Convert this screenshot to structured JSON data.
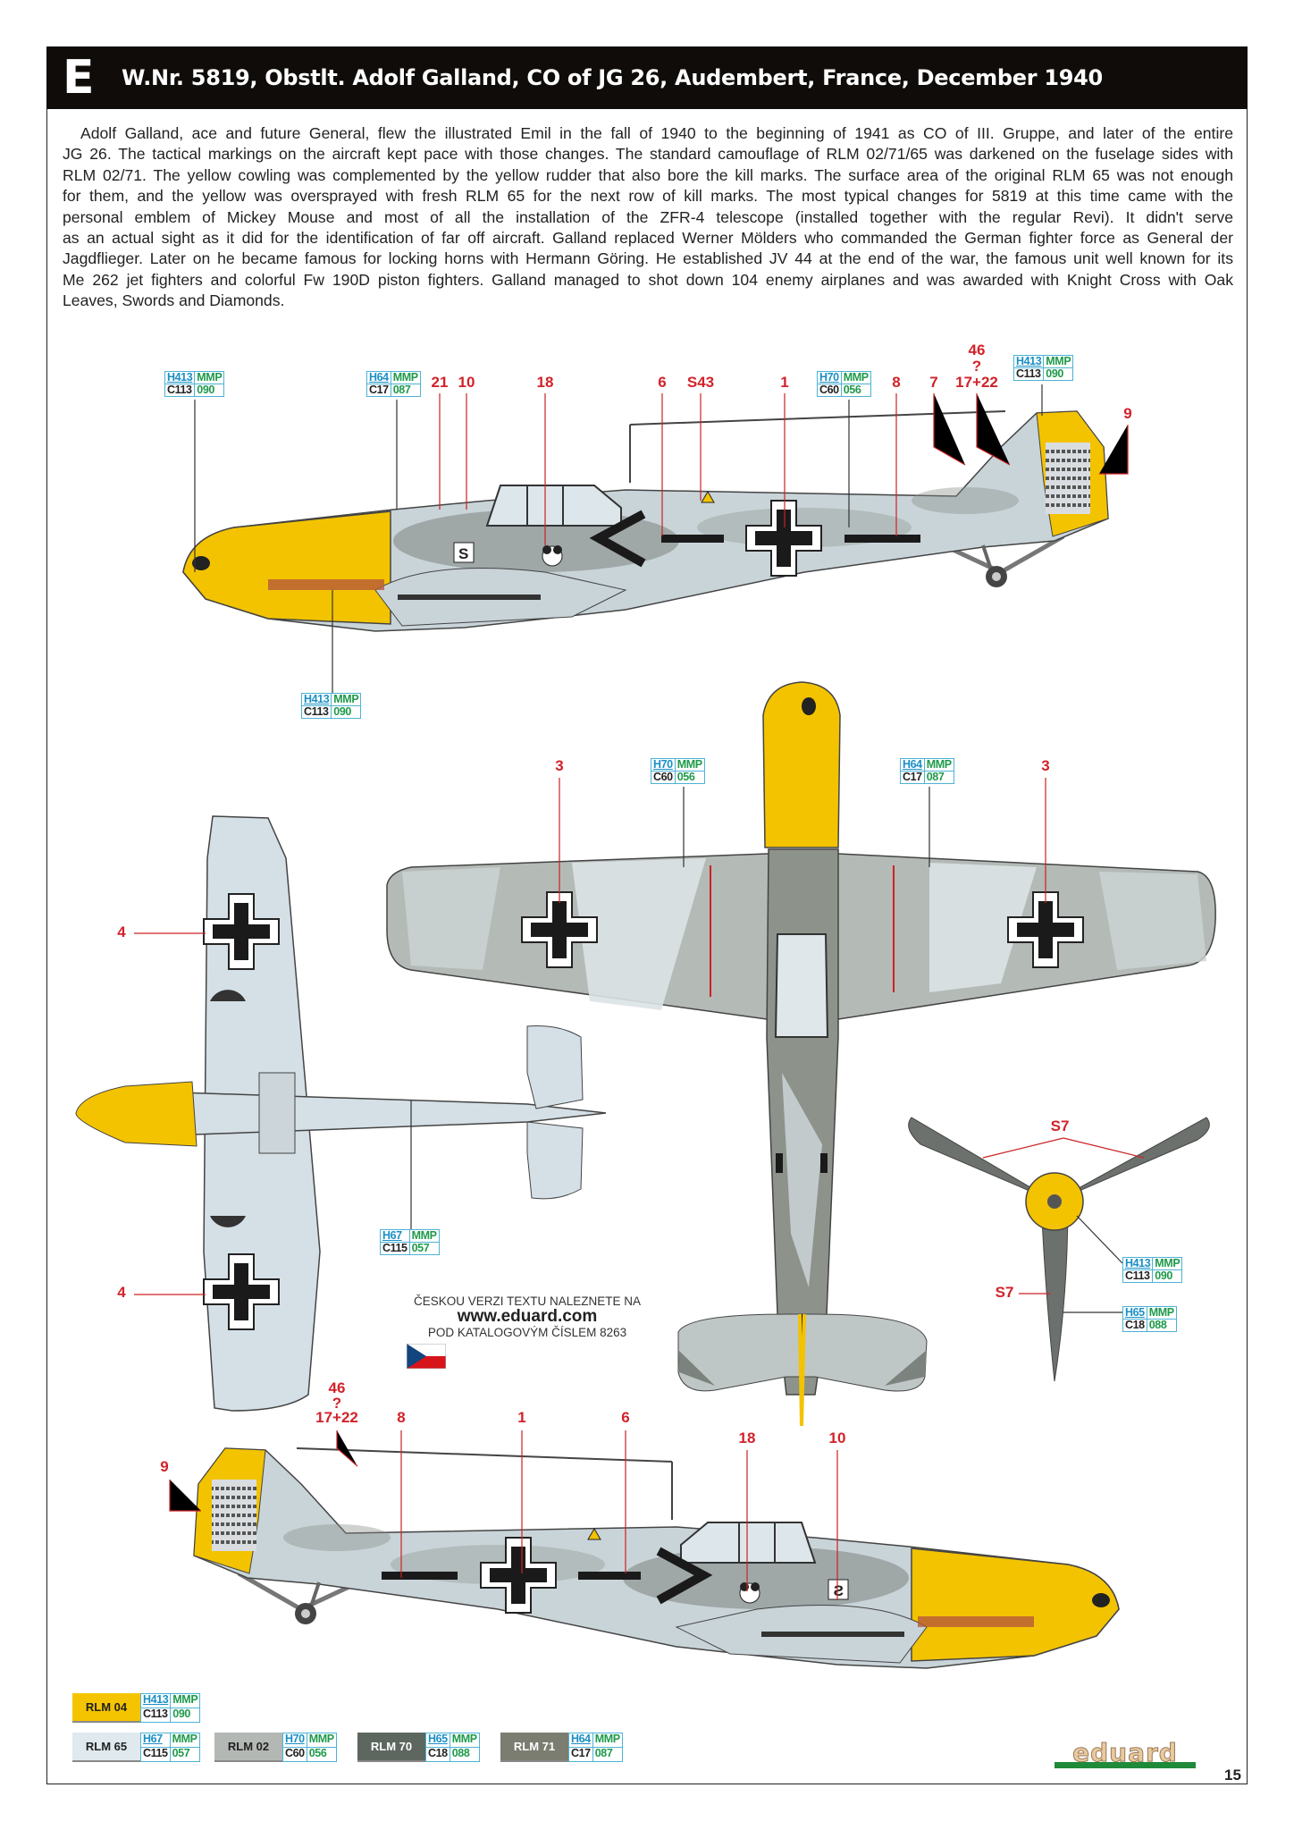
{
  "header": {
    "letter": "E",
    "title": "W.Nr. 5819, Obstlt. Adolf Galland, CO of JG 26, Audembert, France, December 1940"
  },
  "description_lines": [
    "Adolf Galland, ace and future General, flew the illustrated Emil in the fall of 1940 to the beginning of 1941 as CO of III. Gruppe, and later of the entire",
    "JG 26. The tactical markings on the aircraft kept pace with those changes. The standard camouflage of RLM 02/71/65 was darkened on the fuselage sides with",
    "RLM 02/71. The yellow cowling was complemented by the yellow rudder that also bore the kill marks. The surface area of the original RLM 65 was not enough",
    "for them, and the yellow was oversprayed with fresh RLM 65 for the next row of kill marks. The most typical changes for 5819 at this time came with the",
    "personal emblem of Mickey Mouse and most of all the installation of the ZFR-4 telescope (installed together with the regular Revi). It didn't serve",
    "as an actual sight as it did for the identification of far off aircraft. Galland replaced Werner Mölders who commanded the German fighter force as General der",
    "Jagdflieger. Later on he became famous for locking horns with Hermann Göring. He established JV 44 at the end of the war, the famous unit well known for its",
    "Me 262 jet fighters and colorful Fw 190D piston fighters. Galland managed to shot down 104 enemy airplanes and was awarded with Knight Cross with Oak",
    "Leaves, Swords and Diamonds."
  ],
  "paints": {
    "rlm04": {
      "h": "H413",
      "mmp": "MMP",
      "c": "C113",
      "mmpn": "090"
    },
    "rlm65": {
      "h": "H67",
      "mmp": "MMP",
      "c": "C115",
      "mmpn": "057"
    },
    "rlm02": {
      "h": "H70",
      "mmp": "MMP",
      "c": "C60",
      "mmpn": "056"
    },
    "rlm70": {
      "h": "H65",
      "mmp": "MMP",
      "c": "C18",
      "mmpn": "088"
    },
    "rlm71": {
      "h": "H64",
      "mmp": "MMP",
      "c": "C17",
      "mmpn": "087"
    }
  },
  "callouts": {
    "side1": [
      "21",
      "10",
      "18",
      "6",
      "S43",
      "1",
      "8",
      "7",
      "17+22",
      "?",
      "46",
      "9"
    ],
    "top": [
      "3",
      "3"
    ],
    "bottom": [
      "4",
      "4"
    ],
    "prop": [
      "S7",
      "S7"
    ],
    "side2": [
      "46",
      "?",
      "17+22",
      "8",
      "1",
      "6",
      "18",
      "10",
      "9"
    ]
  },
  "czech_note": {
    "line1": "ČESKOU VERZI TEXTU NALEZNETE NA",
    "url": "www.eduard.com",
    "line2": "POD KATALOGOVÝM ČÍSLEM 8263"
  },
  "legend": [
    {
      "name": "RLM 04",
      "color": "#f5c400",
      "text": "#222"
    },
    {
      "name": "RLM 65",
      "color": "#dfe9ee",
      "text": "#222"
    },
    {
      "name": "RLM 02",
      "color": "#b3b8b5",
      "text": "#222"
    },
    {
      "name": "RLM 70",
      "color": "#5e6660",
      "text": "#fff"
    },
    {
      "name": "RLM 71",
      "color": "#7b7d70",
      "text": "#fff"
    }
  ],
  "logo": "eduard",
  "page_number": "15"
}
